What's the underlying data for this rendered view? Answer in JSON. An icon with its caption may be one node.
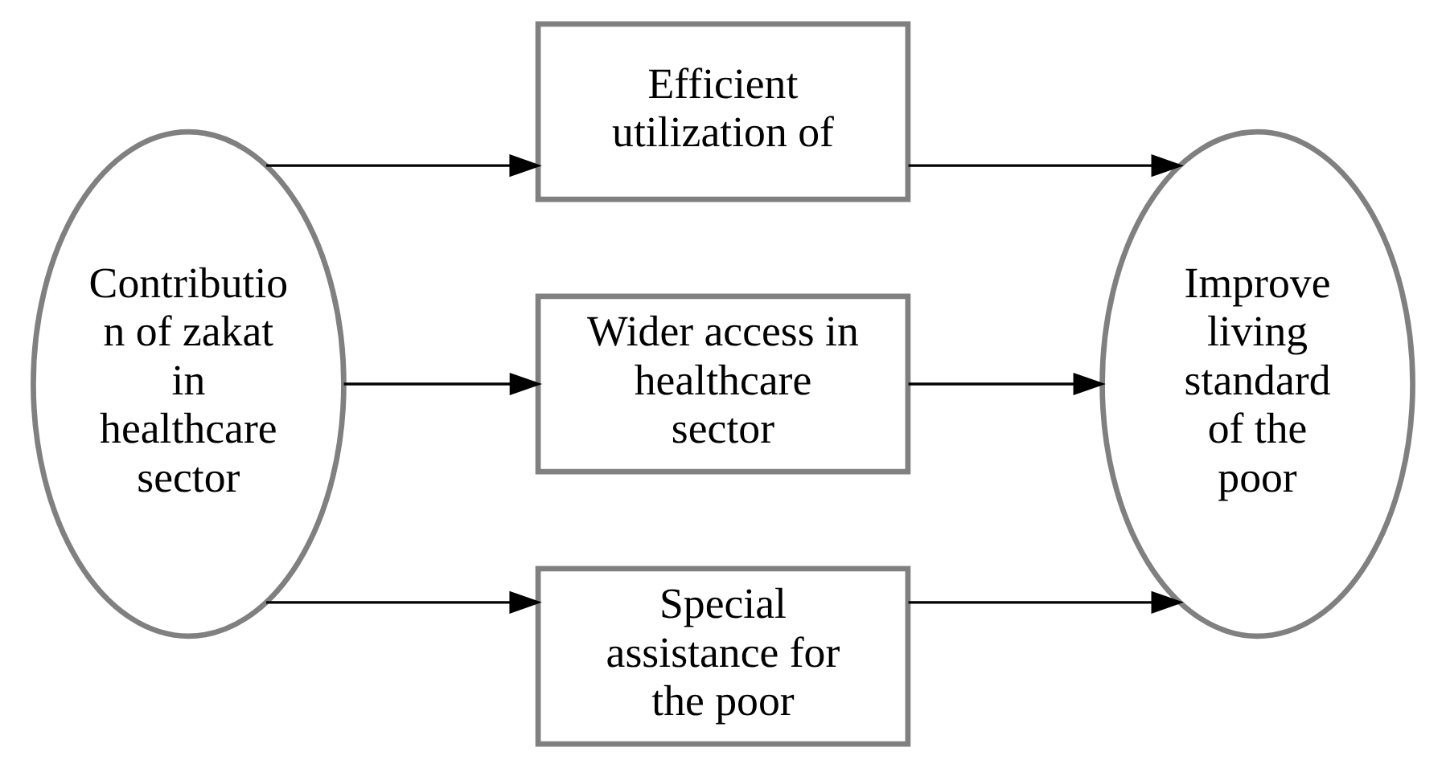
{
  "diagram": {
    "nodes": [
      {
        "text": [
          "Contributio n of zakat in healthcare sector"
        ]
      },
      {
        "text": [
          "Efficient utilization of"
        ]
      },
      {
        "text": [
          "Wider access in healthcare sector"
        ]
      },
      {
        "text": [
          "Special assistance for the poor"
        ]
      },
      {
        "text": [
          "Improve living standard of the poor"
        ]
      }
    ],
    "edges": [
      {
        "from": 0,
        "to": 1,
        "arrow": "to"
      },
      {
        "from": 0,
        "to": 2,
        "arrow": "to"
      },
      {
        "from": 0,
        "to": 3,
        "arrow": "to"
      },
      {
        "from": 1,
        "to": 4,
        "arrow": "to"
      },
      {
        "from": 2,
        "to": 4,
        "arrow": "to"
      },
      {
        "from": 3,
        "to": 4,
        "arrow": "to"
      }
    ]
  }
}
